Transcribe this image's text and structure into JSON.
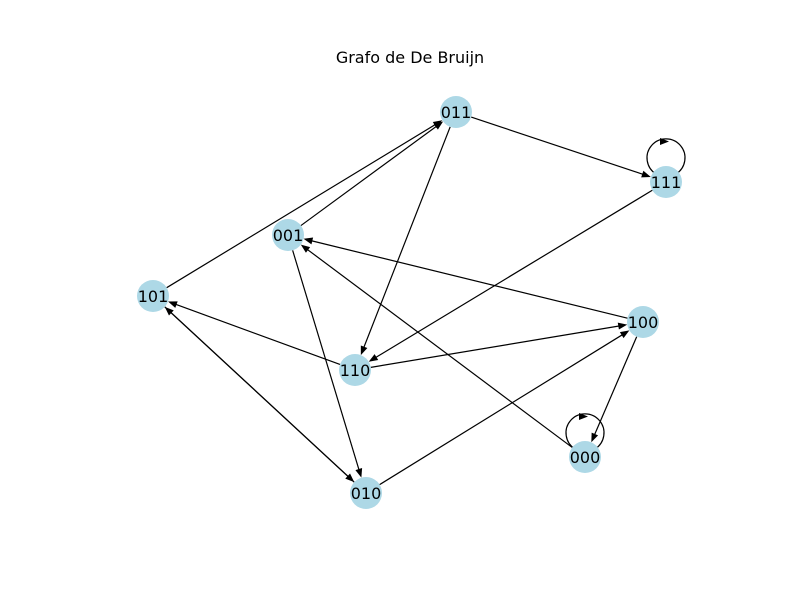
{
  "figure": {
    "title": "Grafo de De Bruijn"
  },
  "graph": {
    "node_color": "#add8e6",
    "edge_color": "#000000",
    "nodes": [
      {
        "id": "000",
        "label": "000"
      },
      {
        "id": "001",
        "label": "001"
      },
      {
        "id": "010",
        "label": "010"
      },
      {
        "id": "011",
        "label": "011"
      },
      {
        "id": "100",
        "label": "100"
      },
      {
        "id": "101",
        "label": "101"
      },
      {
        "id": "110",
        "label": "110"
      },
      {
        "id": "111",
        "label": "111"
      }
    ],
    "edges": [
      {
        "from": "000",
        "to": "000"
      },
      {
        "from": "000",
        "to": "001"
      },
      {
        "from": "001",
        "to": "010"
      },
      {
        "from": "001",
        "to": "011"
      },
      {
        "from": "010",
        "to": "100"
      },
      {
        "from": "010",
        "to": "101"
      },
      {
        "from": "011",
        "to": "110"
      },
      {
        "from": "011",
        "to": "111"
      },
      {
        "from": "100",
        "to": "000"
      },
      {
        "from": "100",
        "to": "001"
      },
      {
        "from": "101",
        "to": "010"
      },
      {
        "from": "101",
        "to": "011"
      },
      {
        "from": "110",
        "to": "100"
      },
      {
        "from": "110",
        "to": "101"
      },
      {
        "from": "111",
        "to": "110"
      },
      {
        "from": "111",
        "to": "111"
      }
    ]
  }
}
